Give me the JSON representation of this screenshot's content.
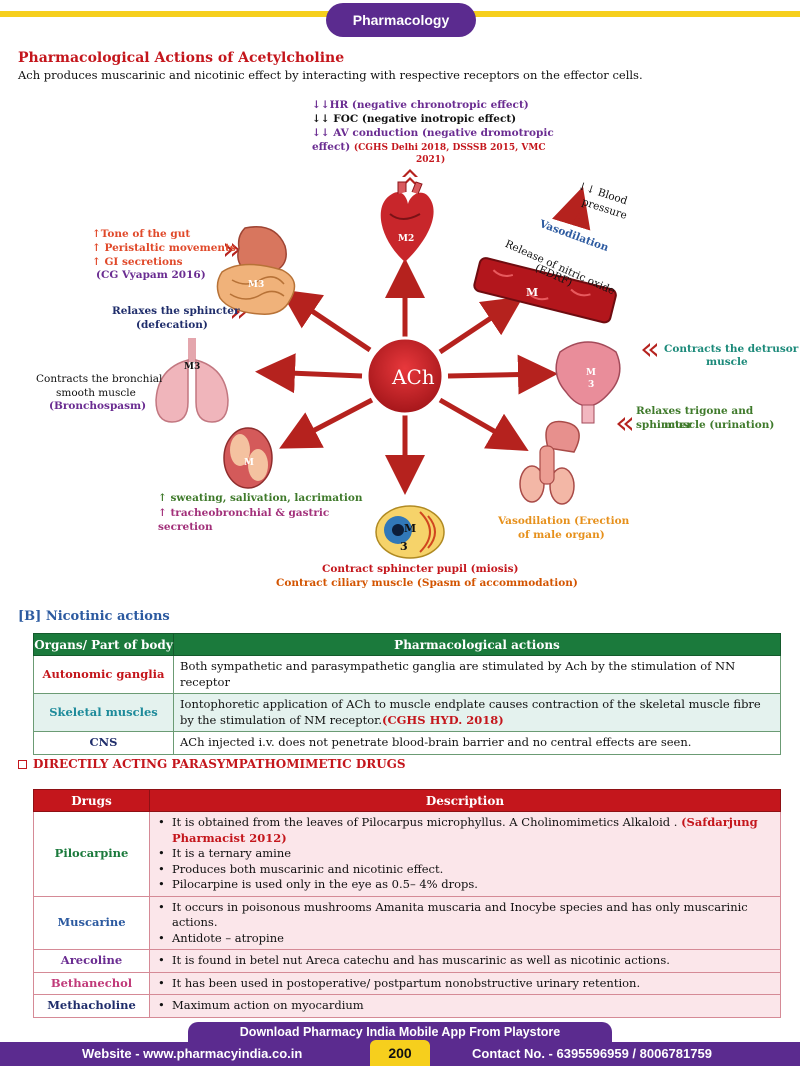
{
  "header": {
    "tag": "Pharmacology"
  },
  "section": {
    "title": "Pharmacological Actions of Acetylcholine",
    "intro": "Ach produces muscarinic and nicotinic effect by interacting with respective receptors on the effector cells."
  },
  "diagram": {
    "center": "ACh",
    "heart": {
      "receptor": "M2",
      "l1": "↓↓HR (negative chronotropic effect)",
      "l2": "↓↓ FOC (negative inotropic effect)",
      "l3": "↓↓ AV conduction (negative dromotropic",
      "l4a": "effect)",
      "l4b": "(CGHS Delhi 2018, DSSSB 2015, VMC",
      "l5": "2021)"
    },
    "gut": {
      "receptor": "M3",
      "l1": "↑Tone of the gut",
      "l2": "↑ Peristaltic movements",
      "l3": "↑ GI secretions",
      "l4": "(CG Vyapam 2016)",
      "l5": "Relaxes the sphincter",
      "l6": "(defecation)"
    },
    "vessel": {
      "receptor": "M",
      "l1": "↓↓ Blood",
      "l2": "pressure",
      "l3": "Vasodilation",
      "l4": "Release of nitric oxide",
      "l5": "(EDRF)"
    },
    "lung": {
      "receptor": "M3",
      "l1": "Contracts the bronchial",
      "l2": "smooth muscle",
      "l3": "(Bronchospasm)"
    },
    "bladder": {
      "receptor_a": "M",
      "receptor_b": "3",
      "l1": "Contracts the detrusor",
      "l2": "muscle",
      "l3": "Relaxes trigone and sphincter",
      "l4": "muscle (urination)"
    },
    "gland": {
      "receptor": "M",
      "l1": "↑ sweating, salivation, lacrimation",
      "l2": "↑ tracheobronchial & gastric",
      "l3": "secretion"
    },
    "male": {
      "l1": "Vasodilation (Erection",
      "l2": "of male organ)"
    },
    "eye": {
      "receptor_a": "M",
      "receptor_b": "3",
      "l1": "Contract sphincter pupil (miosis)",
      "l2": "Contract ciliary muscle (Spasm of accommodation)"
    }
  },
  "nicotinic": {
    "title": "[B] Nicotinic actions",
    "headers": [
      "Organs/ Part of body",
      "Pharmacological actions"
    ],
    "rows": [
      {
        "organ": "Autonomic ganglia",
        "action": "Both sympathetic and parasympathetic ganglia are stimulated by Ach by the stimulation of NN receptor",
        "ref": ""
      },
      {
        "organ": "Skeletal muscles",
        "action": "Iontophoretic application of ACh to muscle endplate causes contraction of the skeletal muscle fibre by the stimulation of NM receptor.",
        "ref": "(CGHS HYD. 2018)"
      },
      {
        "organ": "CNS",
        "action": "ACh injected i.v. does not penetrate blood-brain barrier and no central effects are seen.",
        "ref": ""
      }
    ],
    "colors": {
      "header": "#1b7a3c",
      "ganglia": "#c4161c",
      "skeletal": "#1c8a9a",
      "cns": "#1f2d6b"
    }
  },
  "drugs": {
    "title": "DIRECTILY ACTING PARASYMPATHOMIMETIC DRUGS",
    "headers": [
      "Drugs",
      "Description"
    ],
    "pilocarpine": {
      "name": "Pilocarpine",
      "b1a": "It is obtained from the leaves of Pilocarpus microphyllus. A Cholinomimetics Alkaloid .",
      "b1ref": "(Safdarjung Pharmacist 2012)",
      "b2": "It is a ternary amine",
      "b3": "Produces both muscarinic and nicotinic effect.",
      "b4": "Pilocarpine is used only in the eye as 0.5– 4% drops."
    },
    "muscarine": {
      "name": "Muscarine",
      "b1": "It occurs in poisonous mushrooms Amanita muscaria and Inocybe species and has only muscarinic actions.",
      "b2": "Antidote – atropine"
    },
    "arecoline": {
      "name": "Arecoline",
      "b1": "It is found in betel nut Areca catechu and has muscarinic as well as nicotinic actions."
    },
    "bethanechol": {
      "name": "Bethanechol",
      "b1": "It has been used in postoperative/ postpartum nonobstructive urinary retention."
    },
    "methacholine": {
      "name": "Methacholine",
      "b1": "Maximum action on myocardium"
    }
  },
  "footer": {
    "line1": "Download Pharmacy India Mobile App From Playstore",
    "website": "Website - www.pharmacyindia.co.in",
    "page": "200",
    "contact": "Contact No.  - 6395596959 / 8006781759"
  }
}
